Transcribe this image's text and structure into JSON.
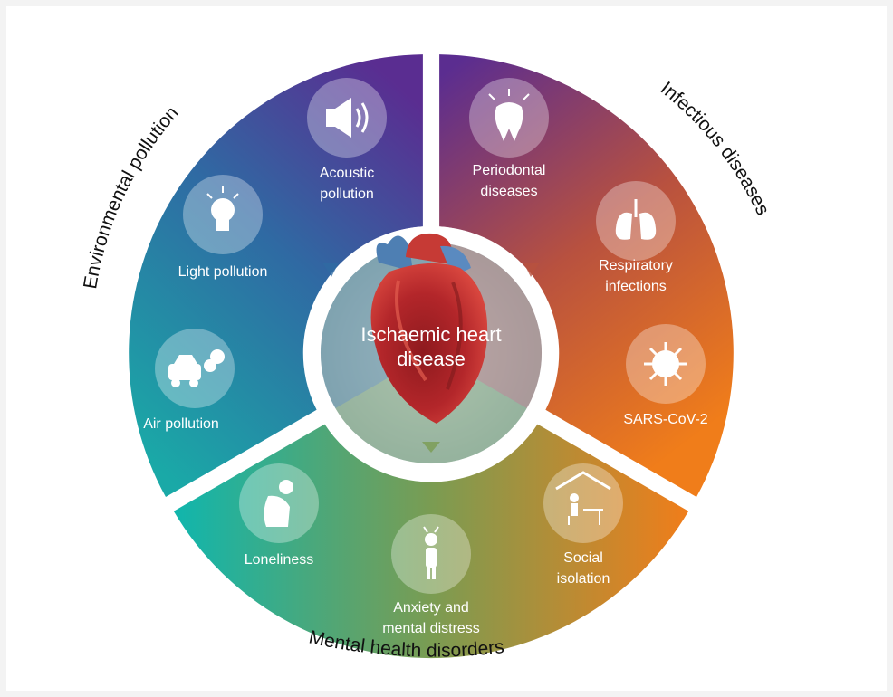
{
  "center": {
    "line1": "Ischaemic heart",
    "line2": "disease"
  },
  "sectors": {
    "environmental": {
      "title": "Environmental pollution",
      "items": {
        "acoustic": {
          "line1": "Acoustic",
          "line2": "pollution",
          "icon": "speaker-icon"
        },
        "light": {
          "line1": "Light pollution",
          "icon": "lightbulb-icon"
        },
        "air": {
          "line1": "Air pollution",
          "icon": "car-exhaust-icon"
        }
      }
    },
    "infectious": {
      "title": "Infectious diseases",
      "items": {
        "periodontal": {
          "line1": "Periodontal",
          "line2": "diseases",
          "icon": "tooth-icon"
        },
        "respiratory": {
          "line1": "Respiratory",
          "line2": "infections",
          "icon": "lungs-icon"
        },
        "sars": {
          "line1": "SARS-CoV-2",
          "icon": "virus-icon"
        }
      }
    },
    "mental": {
      "title": "Mental health disorders",
      "items": {
        "loneliness": {
          "line1": "Loneliness",
          "icon": "sitting-person-icon"
        },
        "anxiety": {
          "line1": "Anxiety and",
          "line2": "mental distress",
          "icon": "distressed-person-icon"
        },
        "social": {
          "line1": "Social",
          "line2": "isolation",
          "icon": "person-at-home-icon"
        }
      }
    }
  },
  "colors": {
    "env_start": "#5a2d91",
    "env_end": "#1fa6a8",
    "inf_start": "#5b2d90",
    "inf_end": "#f07d1a",
    "men_start": "#13b5ad",
    "men_end": "#f07d1a",
    "heart": "#b3262a"
  }
}
